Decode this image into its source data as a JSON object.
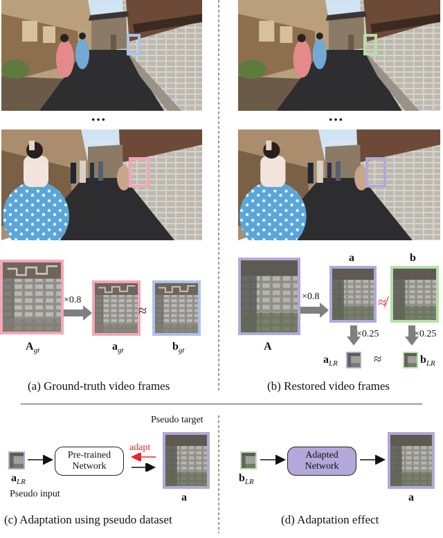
{
  "panels": {
    "a": {
      "caption": "(a) Ground-truth video frames",
      "ellipsis": "···",
      "scale_label": "×0.8",
      "approx": "≈",
      "label_A": "A",
      "label_a": "a",
      "label_b": "b",
      "subscript_gt": "gt"
    },
    "b": {
      "caption": "(b) Restored video frames",
      "ellipsis": "···",
      "scale_label": "×0.8",
      "not_approx": "≉",
      "scale_small_1": "×0.25",
      "scale_small_2": "×0.25",
      "approx": "≈",
      "label_A": "A",
      "label_a_top": "a",
      "label_b_top": "b",
      "label_a": "a",
      "label_b": "b",
      "subscript_lr": "LR"
    },
    "c": {
      "caption": "(c) Adaptation using pseudo dataset",
      "pseudo_target": "Pseudo target",
      "network_line1": "Pre-trained",
      "network_line2": "Network",
      "adapt": "adapt",
      "input_label": "a",
      "subscript_lr": "LR",
      "pseudo_input": "Pseudo input",
      "output_label": "a"
    },
    "d": {
      "caption": "(d) Adaptation effect",
      "network_line1": "Adapted",
      "network_line2": "Network",
      "input_label": "b",
      "subscript_lr": "LR",
      "output_label": "a"
    }
  },
  "colors": {
    "pink": "#f2a7b7",
    "blue": "#a9c4ea",
    "lavender": "#b3a8da",
    "green": "#b5dfa6",
    "red": "#e8262b",
    "arrow_gray": "#7f7f7f"
  }
}
